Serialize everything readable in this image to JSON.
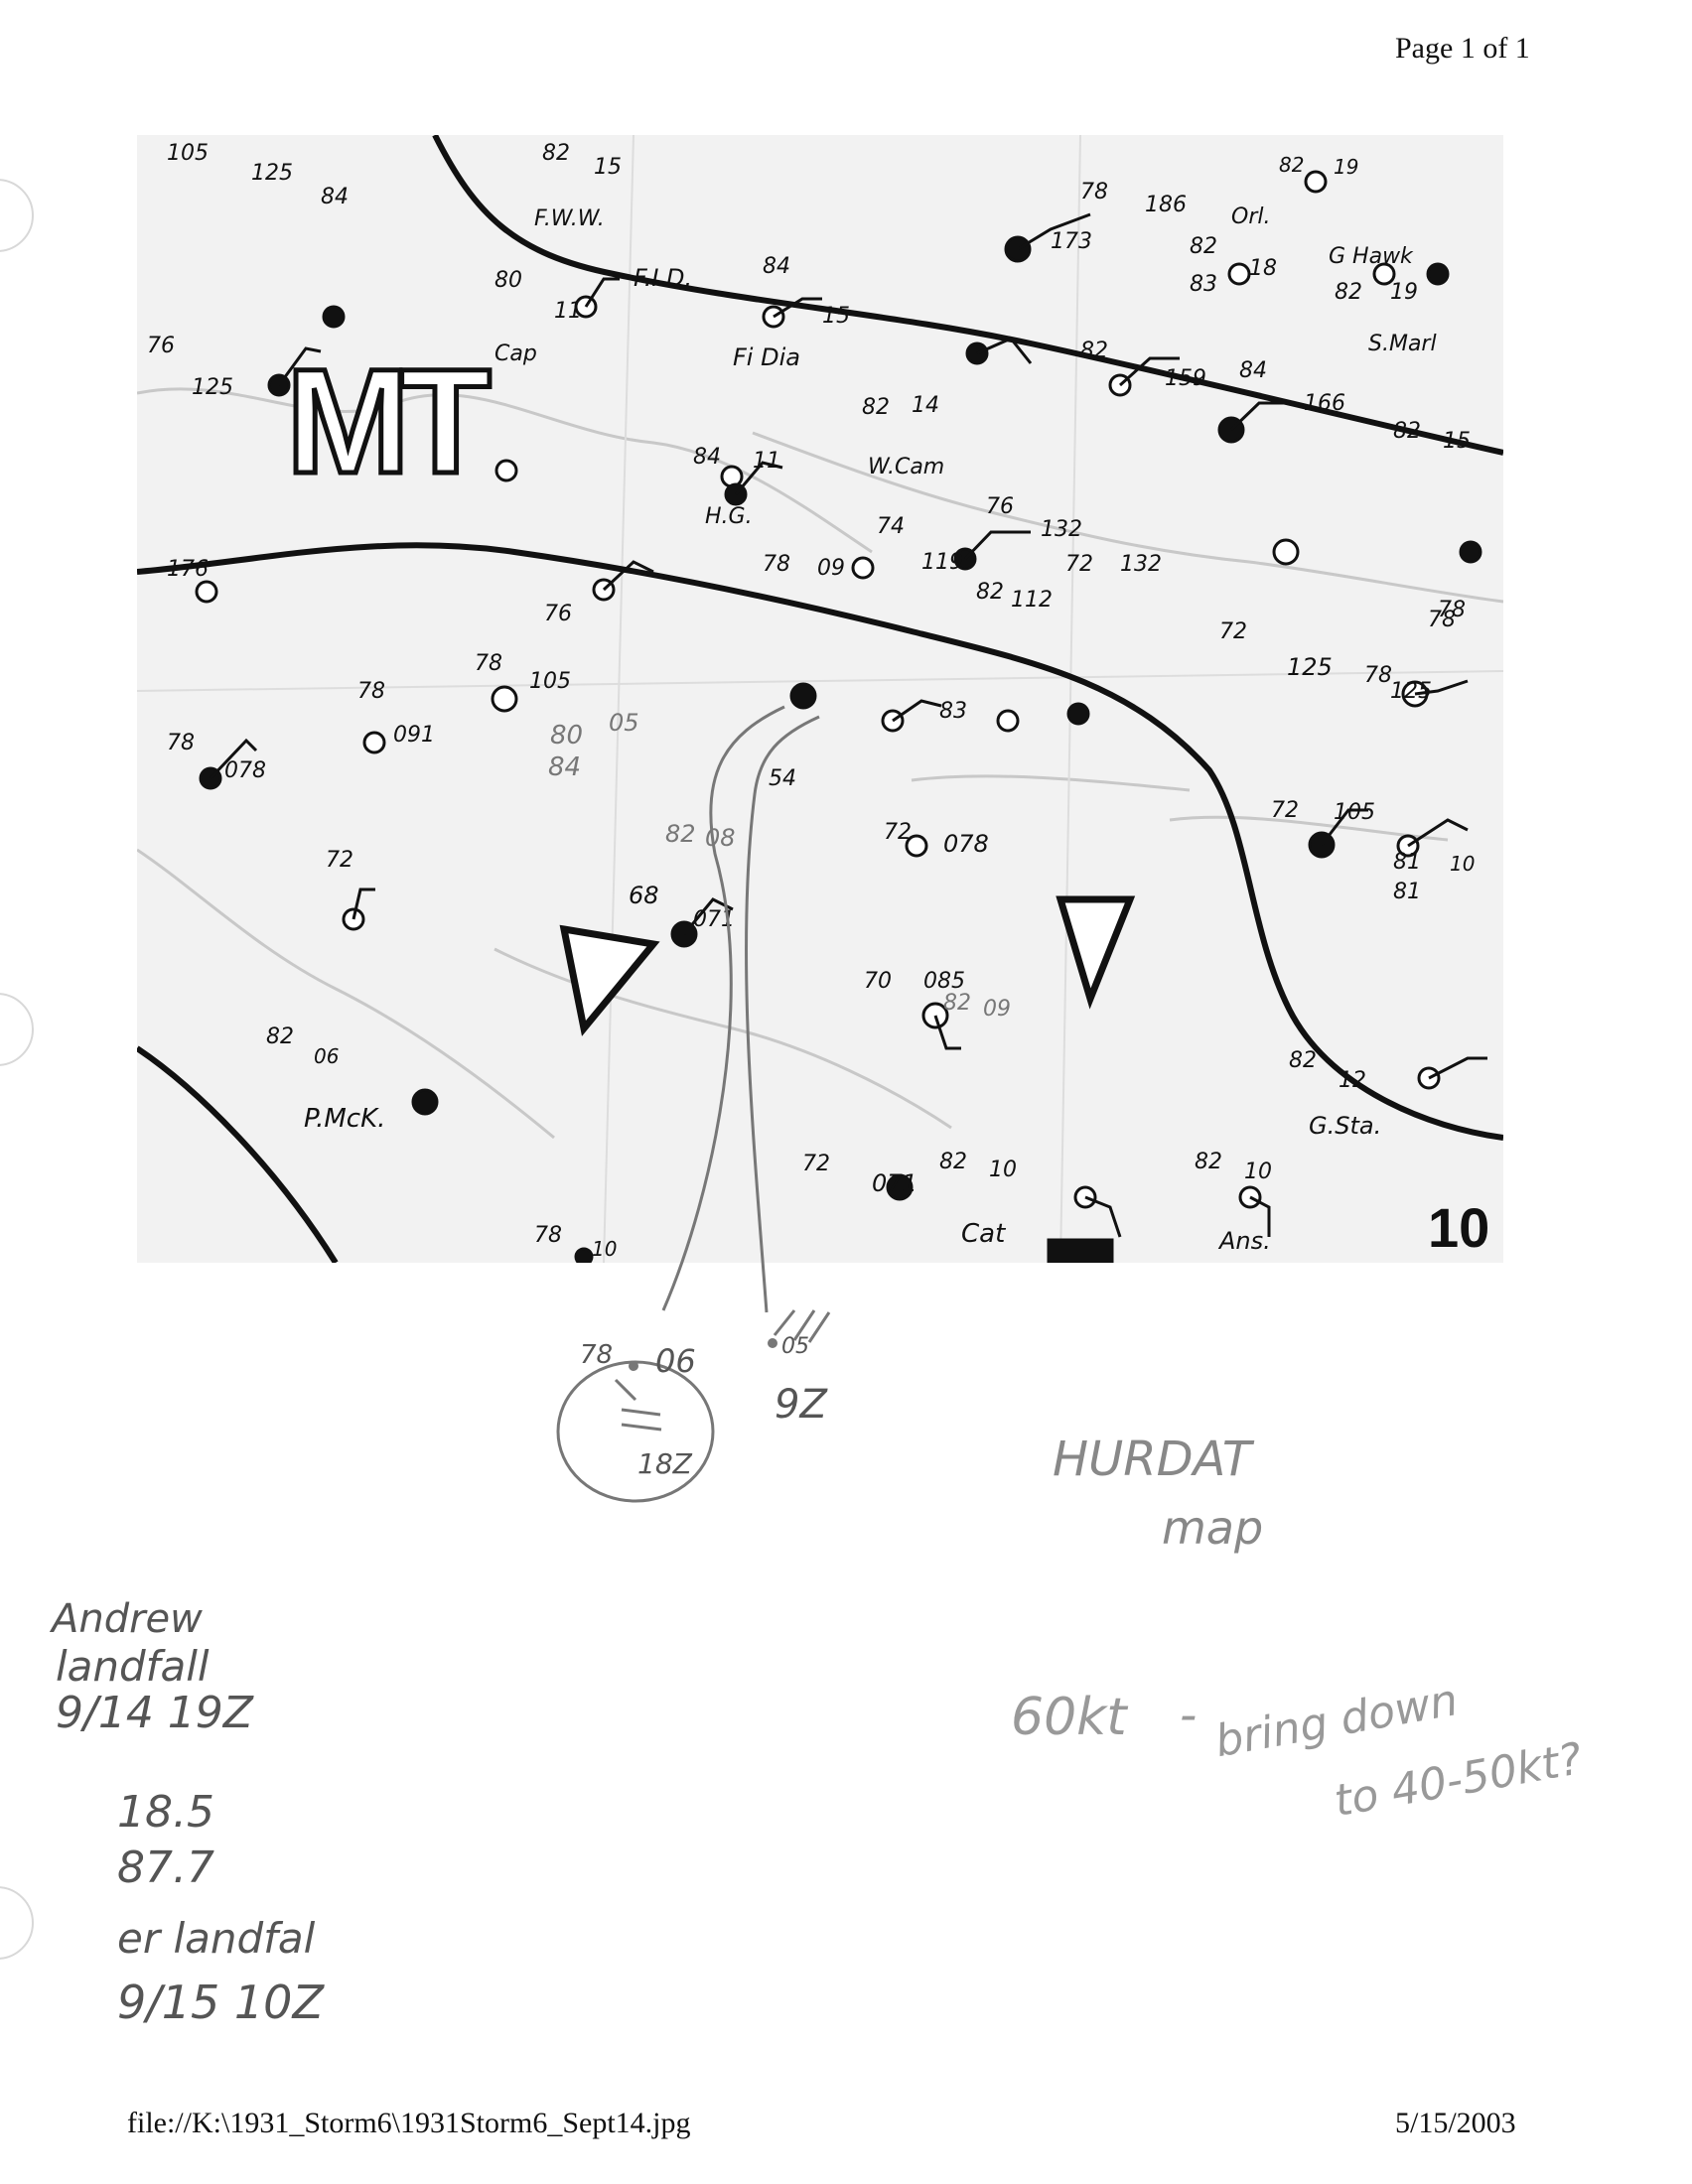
{
  "header": {
    "page_number": "Page 1 of 1"
  },
  "map": {
    "air_mass_label": "MT",
    "isobar_label": "10",
    "station_labels": [
      "F.W.W.",
      "F.I.D.",
      "Fi Dia",
      "Cap",
      "W.Cam",
      "H.G.",
      "Orl.",
      "G Hawk",
      "S.Marl",
      "P.McK.",
      "G.Sta.",
      "Cat",
      "Ans."
    ],
    "station_values": [
      "105",
      "125",
      "84",
      "82",
      "15",
      "80",
      "11",
      "84",
      "15",
      "76",
      "125",
      "78",
      "186",
      "173",
      "82",
      "159",
      "84",
      "166",
      "82",
      "14",
      "84",
      "11",
      "74",
      "119",
      "76",
      "132",
      "82",
      "112",
      "72",
      "132",
      "78",
      "09",
      "176",
      "76",
      "78",
      "105",
      "78",
      "091",
      "78",
      "078",
      "80",
      "05",
      "84",
      "82",
      "08",
      "72",
      "68",
      "071",
      "72",
      "078",
      "70",
      "085",
      "82",
      "09",
      "82",
      "06",
      "72",
      "105",
      "81",
      "10",
      "81",
      "72",
      "125",
      "78",
      "125",
      "78",
      "82",
      "12",
      "72",
      "071",
      "82",
      "10",
      "82",
      "10",
      "78",
      "10",
      "83",
      "82",
      "18",
      "83",
      "82",
      "19",
      "82",
      "19",
      "82",
      "15",
      "78",
      "54",
      "82",
      "15"
    ],
    "track_labels": [
      "78",
      "06",
      "05",
      "9Z",
      "18Z"
    ]
  },
  "annotations": {
    "hurdat_title": "HURDAT",
    "hurdat_sub": "map",
    "andrew_line1": "Andrew",
    "andrew_line2": "landfall",
    "andrew_line3": "9/14 19Z",
    "lat": "18.5",
    "lon": "87.7",
    "second_landfall": "er landfal",
    "second_landfall_time": "9/15 10Z",
    "intensity_value": "60kt",
    "intensity_dash": "-",
    "intensity_note_1": "bring down",
    "intensity_note_2": "to 40-50kt?"
  },
  "footer": {
    "file_path": "file://K:\\1931_Storm6\\1931Storm6_Sept14.jpg",
    "date": "5/15/2003"
  }
}
